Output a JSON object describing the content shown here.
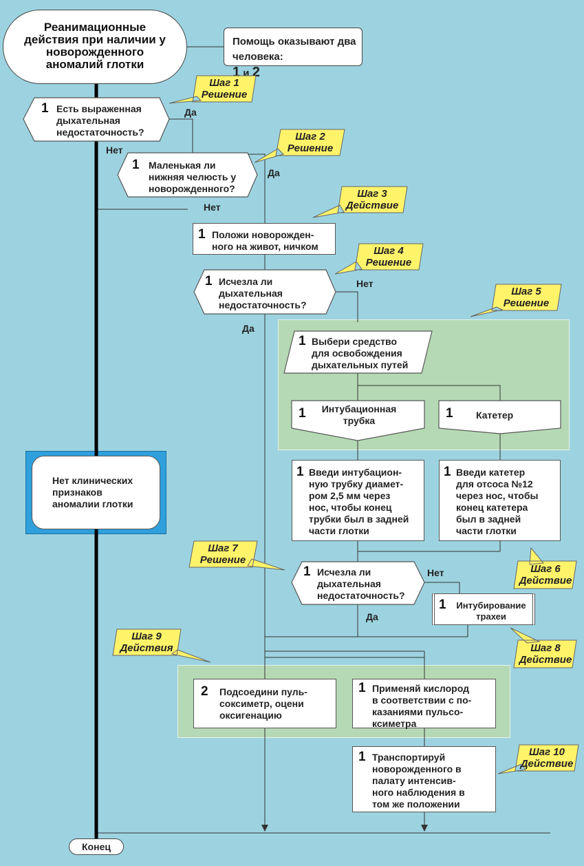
{
  "title": "Реанимационные действия при наличии у новорожденного аномалий глотки",
  "helpers": {
    "text": "Помощь оказывают два человека:",
    "n1": "1",
    "and": "и",
    "n2": "2"
  },
  "steps": {
    "s1": {
      "tag": [
        "Шаг 1",
        "Решение"
      ],
      "num": "1",
      "text": [
        "Есть выраженная",
        "дыхательная",
        "недостаточность?"
      ]
    },
    "s2": {
      "tag": [
        "Шаг 2",
        "Решение"
      ],
      "num": "1",
      "text": [
        "Маленькая ли",
        "нижняя челюсть у",
        "новорожденного?"
      ]
    },
    "s3": {
      "tag": [
        "Шаг 3",
        "Действие"
      ],
      "num": "1",
      "text": [
        "Положи новорожден-",
        "ного  на живот, ничком"
      ]
    },
    "s4": {
      "tag": [
        "Шаг 4",
        "Решение"
      ],
      "num": "1",
      "text": [
        "Исчезла ли",
        "дыхательная",
        "недостаточность?"
      ]
    },
    "s5": {
      "tag": [
        "Шаг 5",
        "Решение"
      ],
      "num": "1",
      "text": [
        "Выбери средство",
        "для освобождения",
        "дыхательных путей"
      ]
    },
    "tube": {
      "num": "1",
      "text": [
        "Интубационная",
        "трубка"
      ]
    },
    "catheter": {
      "num": "1",
      "text": [
        "Катетер"
      ]
    },
    "tube_action": {
      "num": "1",
      "text": [
        "Введи интубацион-",
        "ную трубку диамет-",
        "ром 2,5 мм через",
        "нос, чтобы конец",
        "трубки был в задней",
        "части глотки"
      ]
    },
    "catheter_action": {
      "num": "1",
      "text": [
        "Введи катетер",
        "для отсоса №12",
        "через нос, чтобы",
        "конец катетера",
        "был в задней",
        "части глотки"
      ]
    },
    "s6": {
      "tag": [
        "Шаг 6",
        "Действие"
      ]
    },
    "s7": {
      "tag": [
        "Шаг 7",
        "Решение"
      ],
      "num": "1",
      "text": [
        "Исчезла ли",
        "дыхательная",
        "недостаточность?"
      ]
    },
    "s8": {
      "tag": [
        "Шаг 8",
        "Действие"
      ],
      "num": "1",
      "text": [
        "Интубирование",
        "трахеи"
      ]
    },
    "s9": {
      "tag": [
        "Шаг 9",
        "Действия"
      ]
    },
    "pulse": {
      "num": "2",
      "text": [
        "Подсоедини пуль-",
        "соксиметр, оцени",
        "оксигенацию"
      ]
    },
    "oxygen": {
      "num": "1",
      "text": [
        "Применяй кислород",
        "в соответствии с по-",
        "казаниями пульсо-",
        "ксиметра"
      ]
    },
    "s10": {
      "tag": [
        "Шаг 10",
        "Действие"
      ],
      "num": "1",
      "text": [
        "Транспортируй",
        "новорожденного в",
        "палату  интенсив-",
        "ного наблюдения в",
        "том же положении"
      ]
    }
  },
  "no_signs": [
    "Нет клинических",
    "признаков",
    "аномалии глотки"
  ],
  "labels": {
    "yes": "Да",
    "no": "Нет"
  },
  "end": "Конец",
  "colors": {
    "background": "#9dd3e0",
    "tag": "#fff36a",
    "green_panel": "#b5d9b4",
    "no_signs_frame": "#2fa0dc"
  }
}
